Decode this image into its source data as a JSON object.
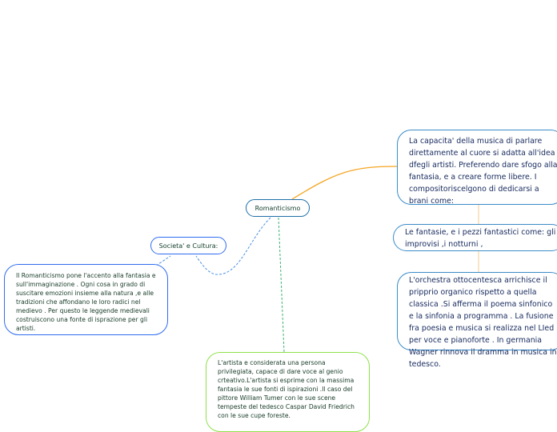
{
  "nodes": {
    "root": "Romanticismo",
    "society": "Societa' e Cultura:",
    "society_detail": "Il Romanticismo pone l'accento alla fantasia e sull'immaginazione . Ogni cosa in grado di suscitare emozioni insieme alla natura ,e alle tradizioni che  affondano le loro radici nel medievo . Per questo le leggende medievali costruiscono una fonte di isprazione per gli artisti.",
    "artist": "L'artista e considerata una persona privilegiata, capace di dare voce al genio crteativo.L'artista si esprime con la massima fantasia le sue fonti di ispirazioni .Il caso del pittore William Tumer con le sue scene tempeste del tedesco Caspar David Friedrich con le sue cupe foreste.",
    "music": "La capacita' della musica di parlare direttamente al cuore si adatta all'idea dfegli artisti. Preferendo dare sfogo alla fantasia, e a creare forme libere. I compositoriscelgono di dedicarsi a brani come:",
    "fantasies": "Le fantasie, e i pezzi fantastici come: gli  improvisi ,i notturni ,",
    "orchestra": "L'orchestra  ottocentesca arrichisce il pripprio organico rispetto a quella classica .Si afferma il poema sinfonico e la sinfonia a programma . La fusione fra poesia e musica si realizza nel LIed  per voce e pianoforte . In germania Wagner rinnova il dramma in musica in tedesco."
  },
  "colors": {
    "root_border": "#1f6fa8",
    "society_border": "#2f6cf0",
    "artist_border": "#8fe04a",
    "music_border": "#3a8cc8",
    "orange_connector": "#f5a623",
    "green_connector": "#3cb371",
    "blue_connector": "#4a90e2"
  }
}
